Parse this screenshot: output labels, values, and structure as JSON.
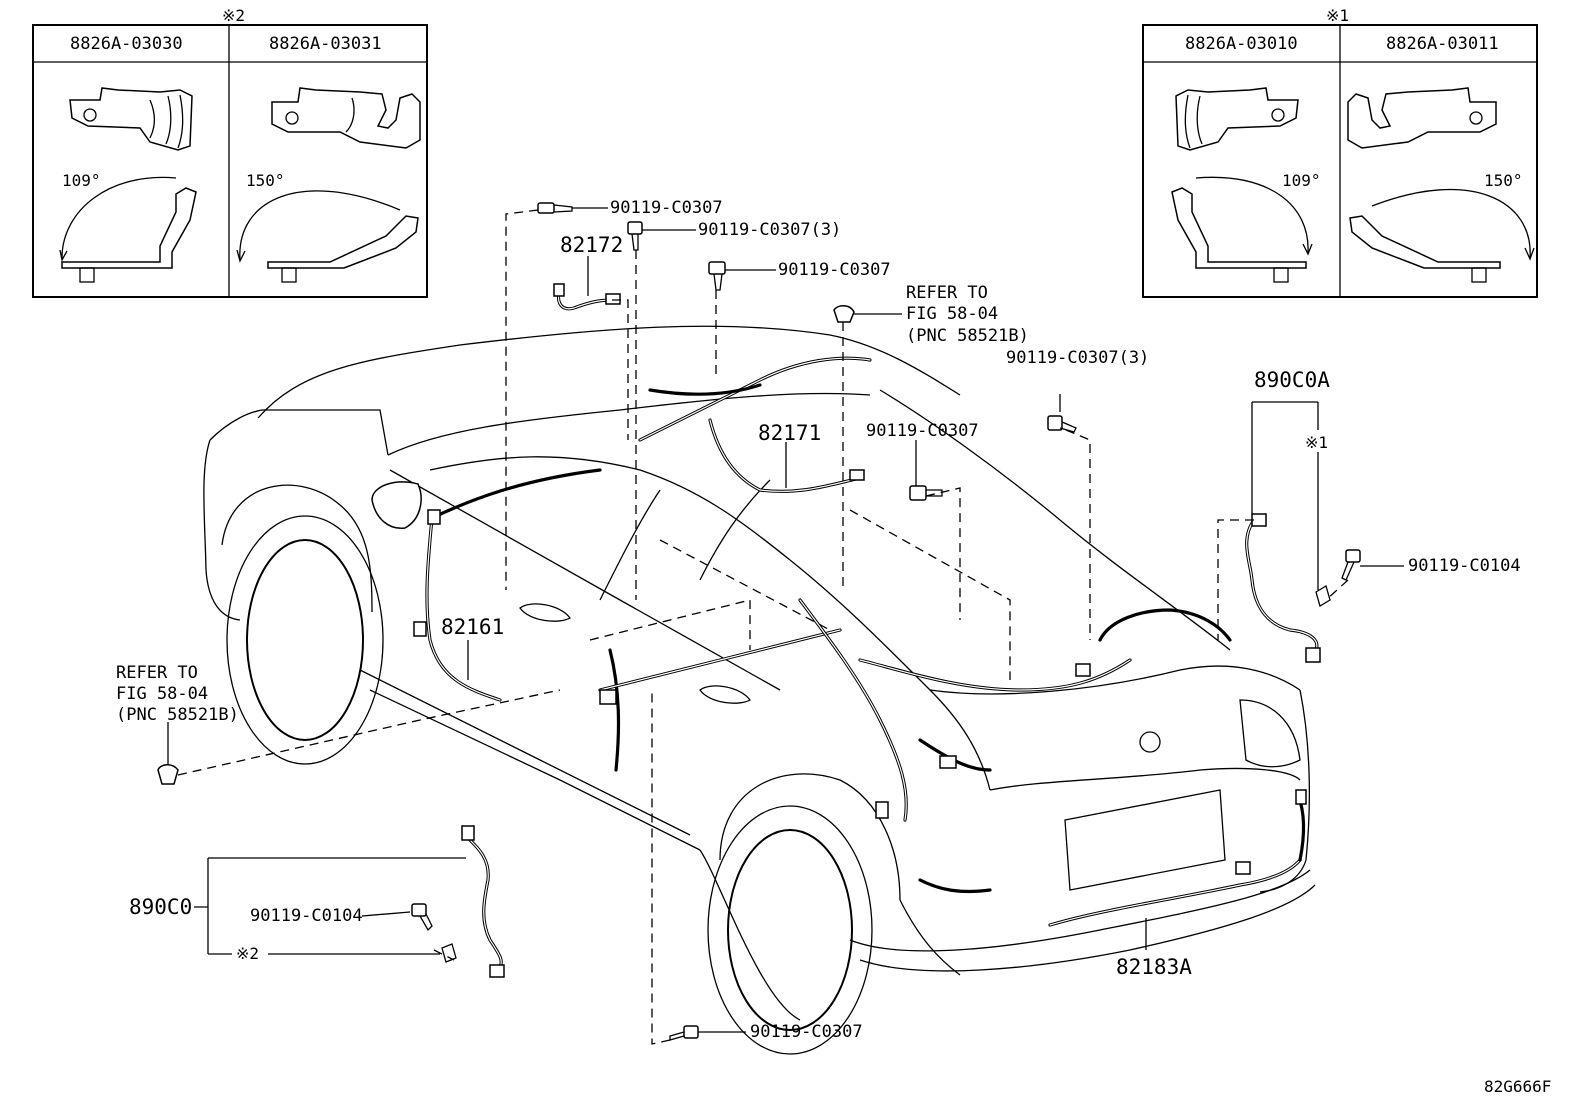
{
  "figure_code": "82G666F",
  "inset_left": {
    "marker": "※2",
    "columns": [
      {
        "part": "8826A-03030",
        "angle": "109°"
      },
      {
        "part": "8826A-03031",
        "angle": "150°"
      }
    ]
  },
  "inset_right": {
    "marker": "※1",
    "columns": [
      {
        "part": "8826A-03010",
        "angle": "109°"
      },
      {
        "part": "8826A-03011",
        "angle": "150°"
      }
    ]
  },
  "callouts": {
    "bolt_top": "90119-C0307",
    "bolt_top_3": "90119-C0307(3)",
    "bolt_mid": "90119-C0307",
    "refer_top_1": "REFER TO",
    "refer_top_2": "FIG 58-04",
    "refer_top_3": "(PNC 58521B)",
    "bolt_right_3": "90119-C0307(3)",
    "wire_82172": "82172",
    "wire_82171": "82171",
    "bolt_center": "90119-C0307",
    "group_890C0A": "890C0A",
    "marker_890C0A": "※1",
    "bolt_c0104_right": "90119-C0104",
    "wire_82161": "82161",
    "refer_left_1": "REFER TO",
    "refer_left_2": "FIG 58-04",
    "refer_left_3": "(PNC 58521B)",
    "group_890C0": "890C0",
    "bolt_c0104_left": "90119-C0104",
    "marker_890C0": "※2",
    "bolt_bottom": "90119-C0307",
    "wire_82183A": "82183A"
  }
}
